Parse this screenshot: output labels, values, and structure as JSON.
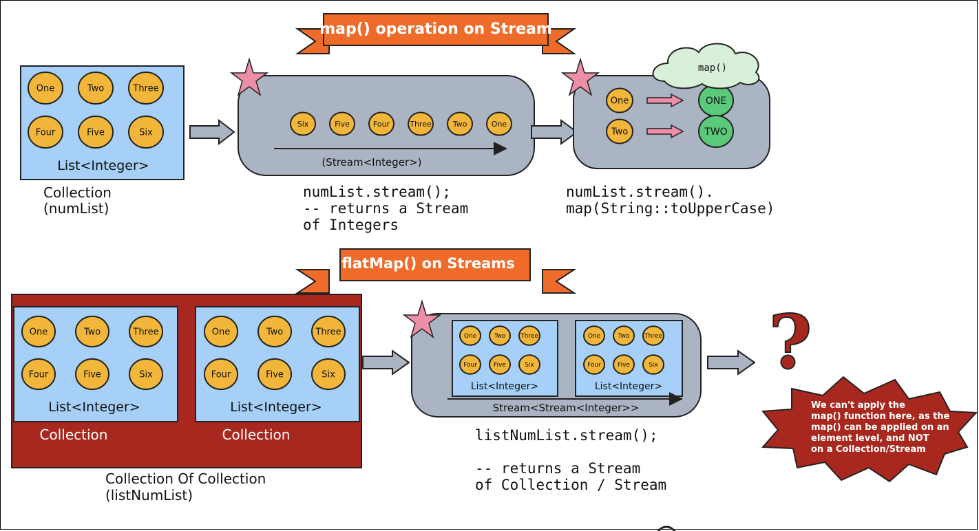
{
  "banners": {
    "map": "map() operation on Stream",
    "flatmap": "flatMap() on Streams"
  },
  "items": [
    "One",
    "Two",
    "Three",
    "Four",
    "Five",
    "Six"
  ],
  "stream_items": [
    "Six",
    "Five",
    "Four",
    "Three",
    "Two",
    "One"
  ],
  "top": {
    "list_label": "List<Integer>",
    "collection_caption_1": "Collection",
    "collection_caption_2": "(numList)",
    "stream_label": "(Stream<Integer>)",
    "code1_line1": "numList.stream();",
    "code1_line2": "-- returns a Stream",
    "code1_line3": "of Integers",
    "cloud_label": "map()",
    "map_in": [
      "One",
      "Two"
    ],
    "map_out": [
      "ONE",
      "TWO"
    ],
    "code2_line1": "numList.stream().",
    "code2_line2": "map(String::toUpperCase)"
  },
  "bottom": {
    "list_label": "List<Integer>",
    "collection_label": "Collection",
    "caption_1": "Collection Of Collection",
    "caption_2": "(listNumList)",
    "inner_list_label": "List<Integer>",
    "stream_label": "Stream<Stream<Integer>>",
    "code_line1": "listNumList.stream();",
    "code_line2": "-- returns a Stream",
    "code_line3": "of Collection / Stream",
    "question": "?",
    "note_line1": "We can't apply the",
    "note_line2": "map() function here, as the",
    "note_line3": "map() can be applied on an",
    "note_line4": "element level, and NOT",
    "note_line5": "on a Collection/Stream"
  },
  "colors": {
    "orange_ribbon": "#ee6b2a",
    "list_blue": "#a6d0f7",
    "stream_gray": "#aab4c2",
    "ball_yellow": "#f2b63a",
    "ball_green": "#5bc97a",
    "collection_red": "#a8281f",
    "star_pink": "#ec8fa6",
    "cloud_green": "#d8f0d9"
  }
}
